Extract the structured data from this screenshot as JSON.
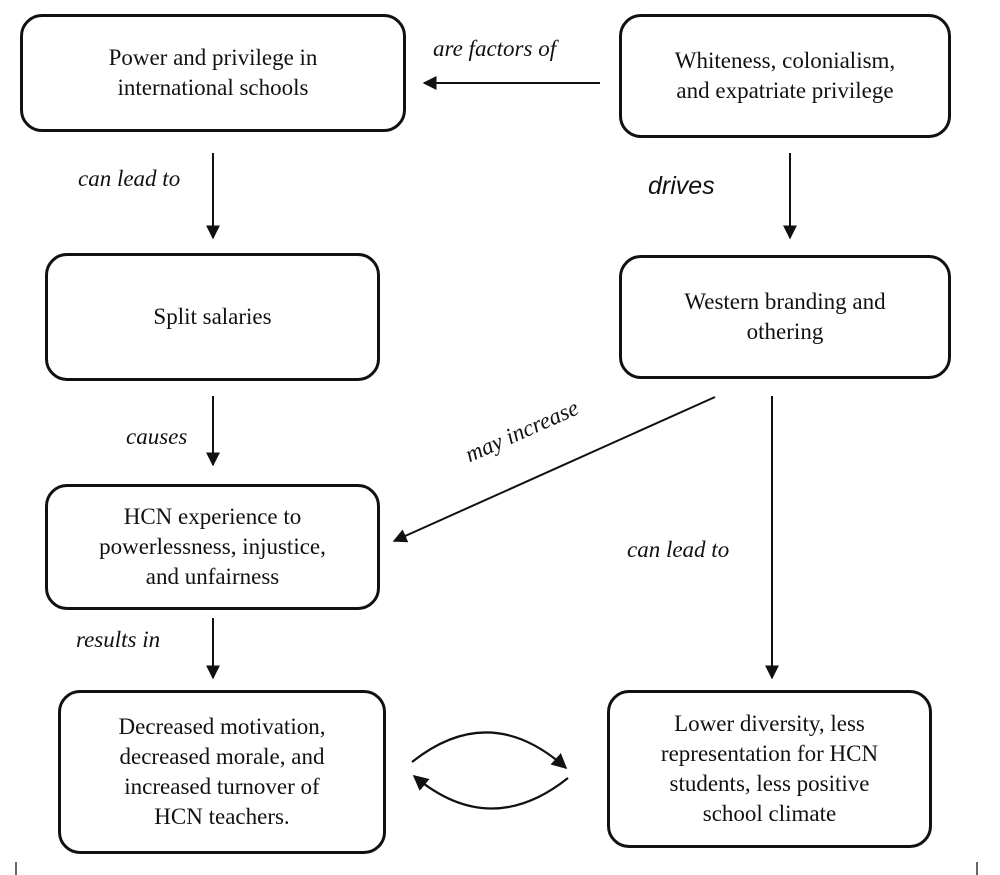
{
  "nodes": {
    "power_privilege": "Power and privilege in\ninternational schools",
    "whiteness": "Whiteness, colonialism,\nand expatriate privilege",
    "split_salaries": "Split salaries",
    "western_branding": "Western branding and\nothering",
    "hcn_experience": "HCN experience to\npowerlessness, injustice,\nand unfairness",
    "decreased_motivation": "Decreased motivation,\ndecreased morale, and\nincreased turnover of\nHCN teachers.",
    "lower_diversity": "Lower diversity, less\nrepresentation for HCN\nstudents, less positive\nschool climate"
  },
  "edges": {
    "are_factors_of": "are factors of",
    "can_lead_to_left": "can lead to",
    "drives": "drives",
    "causes": "causes",
    "may_increase": "may increase",
    "can_lead_to_right": "can lead to",
    "results_in": "results in"
  }
}
